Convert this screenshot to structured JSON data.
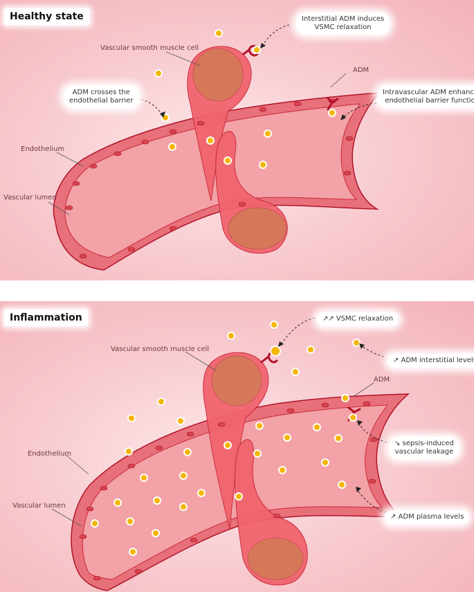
{
  "healthy": {
    "title": "Healthy state",
    "labels": {
      "vsmc": "Vascular smooth muscle cell",
      "adm": "ADM",
      "endothelium": "Endothelium",
      "lumen": "Vascular lumen"
    },
    "callouts": {
      "interstitial_line1": "Interstitial ADM induces",
      "interstitial_line2": "VSMC relaxation",
      "crosses_line1": "ADM crosses the",
      "crosses_line2": "endothelial barrier",
      "intravascular_line1": "Intravascular ADM enhances",
      "intravascular_line2": "endothelial barrier function"
    }
  },
  "inflammation": {
    "title": "Inflammation",
    "labels": {
      "vsmc": "Vascular smooth muscle cell",
      "adm": "ADM",
      "endothelium": "Endothelium",
      "lumen": "Vascular lumen"
    },
    "callouts": {
      "vsmc_relax": "↗↗ VSMC relaxation",
      "interstitial_levels": "↗ ADM interstitial levels",
      "leakage_line1": "↘ sepsis-induced",
      "leakage_line2": "vascular leakage",
      "plasma_levels": "↗ ADM plasma levels"
    }
  },
  "colors": {
    "vessel_wall": "#c0182a",
    "lumen": "#f19aa0",
    "vsmc": "#f06a72",
    "nucleus": "#d9765a",
    "adm_dot": "#f7b500",
    "receptor": "#b3122a"
  }
}
